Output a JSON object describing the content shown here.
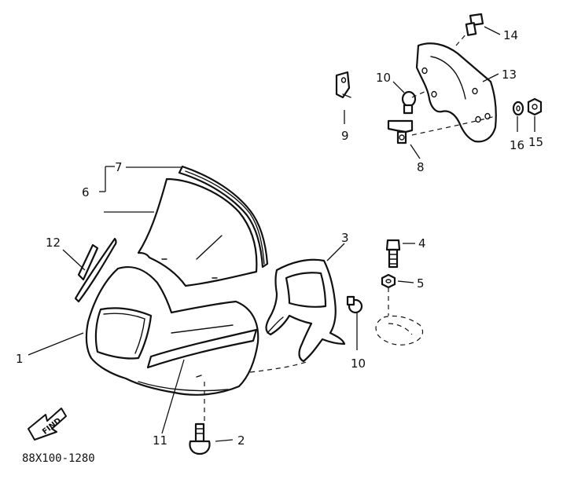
{
  "diagram": {
    "code": "88X100-1280",
    "find_label": "FIND",
    "callouts": {
      "c1": "1",
      "c2": "2",
      "c3": "3",
      "c4": "4",
      "c5": "5",
      "c6": "6",
      "c7": "7",
      "c8": "8",
      "c9": "9",
      "c10a": "10",
      "c10b": "10",
      "c11": "11",
      "c12": "12",
      "c13": "13",
      "c14": "14",
      "c15": "15",
      "c16": "16"
    }
  }
}
